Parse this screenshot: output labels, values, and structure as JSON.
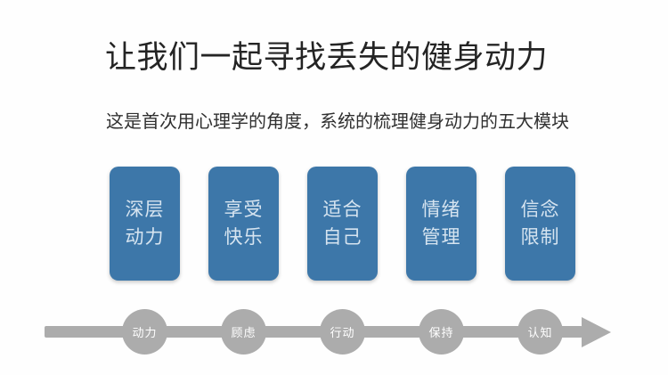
{
  "slide": {
    "title": "让我们一起寻找丢失的健身动力",
    "subtitle": "这是首次用心理学的角度，系统的梳理健身动力的五大模块",
    "modules": [
      {
        "line1": "深层",
        "line2": "动力"
      },
      {
        "line1": "享受",
        "line2": "快乐"
      },
      {
        "line1": "适合",
        "line2": "自己"
      },
      {
        "line1": "情绪",
        "line2": "管理"
      },
      {
        "line1": "信念",
        "line2": "限制"
      }
    ],
    "timeline": {
      "steps": [
        {
          "label": "动力"
        },
        {
          "label": "顾虑"
        },
        {
          "label": "行动"
        },
        {
          "label": "保持"
        },
        {
          "label": "认知"
        }
      ]
    },
    "colors": {
      "card_blue": "#3d77a9",
      "card_text": "#d6e4f0",
      "timeline_gray": "#acacac",
      "step_text": "#ffffff",
      "title_text": "#242424",
      "background": "#fefefe"
    }
  }
}
